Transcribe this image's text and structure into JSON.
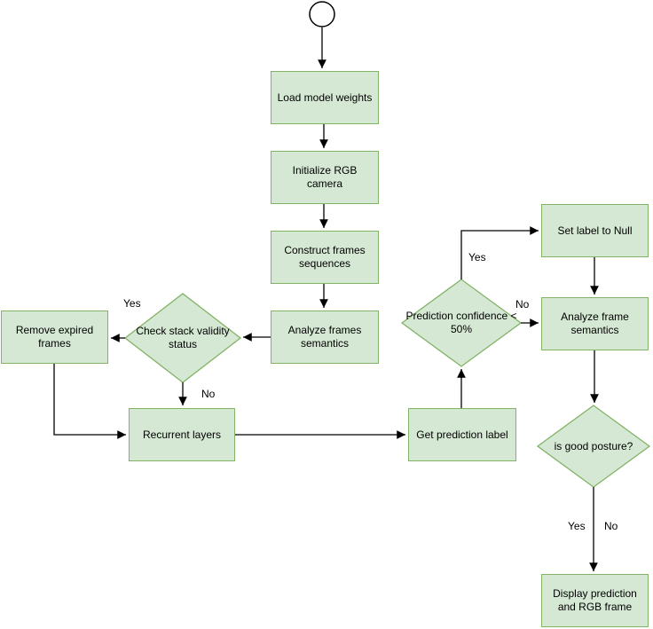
{
  "colors": {
    "node_fill": "#d5e8d4",
    "node_stroke": "#82b366",
    "line": "#000000",
    "background": "#ffffff"
  },
  "nodes": {
    "load_model_weights": "Load model weights",
    "initialize_rgb_camera": "Initialize RGB camera",
    "construct_frames_sequences": "Construct frames sequences",
    "analyze_frames_semantics": "Analyze frames semantics",
    "check_stack_validity": "Check stack validity status",
    "remove_expired_frames": "Remove expired frames",
    "recurrent_layers": "Recurrent layers",
    "get_prediction_label": "Get prediction label",
    "prediction_confidence": "Prediction confidence < 50%",
    "set_label_to_null": "Set label to Null",
    "analyze_frame_semantics": "Analyze frame semantics",
    "is_good_posture": "is good posture?",
    "display_prediction": "Display prediction and RGB frame"
  },
  "edge_labels": {
    "check_stack_yes": "Yes",
    "check_stack_no": "No",
    "prediction_confidence_yes": "Yes",
    "prediction_confidence_no": "No",
    "is_good_posture_yes": "Yes",
    "is_good_posture_no": "No"
  }
}
